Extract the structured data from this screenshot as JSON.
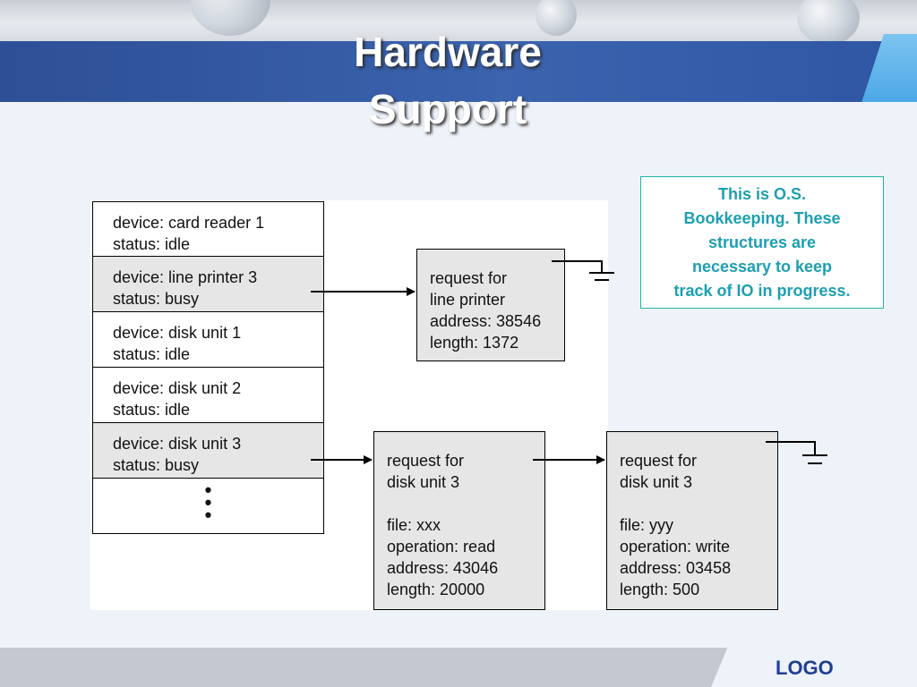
{
  "slide": {
    "title_line1": "Hardware",
    "title_line2": "Support",
    "logo": "LOGO"
  },
  "note": {
    "line1": "This is O.S.",
    "line2": "Bookkeeping.  These",
    "line3": "structures are",
    "line4": "necessary to keep",
    "line5": "track of IO in progress."
  },
  "devices": [
    {
      "device": "device: card reader 1",
      "status": "status: idle"
    },
    {
      "device": "device: line printer 3",
      "status": "status: busy"
    },
    {
      "device": "device: disk unit 1",
      "status": "status: idle"
    },
    {
      "device": "device: disk unit 2",
      "status": "status: idle"
    },
    {
      "device": "device: disk unit 3",
      "status": "status: busy"
    },
    {
      "dots": "•\n•\n•"
    }
  ],
  "requests": {
    "printer": {
      "l1": "request for",
      "l2": "line printer",
      "l3": "address: 38546",
      "l4": "length: 1372"
    },
    "disk_a": {
      "l1": "request for",
      "l2": "disk unit 3",
      "l3": "file: xxx",
      "l4": "operation: read",
      "l5": "address: 43046",
      "l6": "length: 20000"
    },
    "disk_b": {
      "l1": "request for",
      "l2": "disk unit 3",
      "l3": "file: yyy",
      "l4": "operation: write",
      "l5": "address: 03458",
      "l6": "length: 500"
    }
  },
  "colors": {
    "header_band": "#3059a3",
    "note_text": "#1d9fb0",
    "note_border": "#1fb5a0",
    "logo": "#1f3f95",
    "busy_fill": "#e6e6e6"
  }
}
